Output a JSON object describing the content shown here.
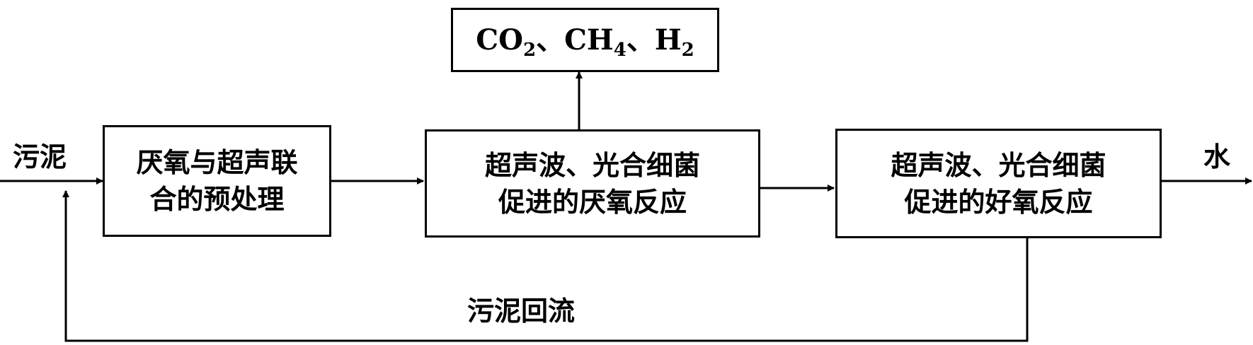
{
  "inputs": {
    "sludge_label": "污泥"
  },
  "outputs": {
    "water_label": "水"
  },
  "boxes": {
    "pretreatment": {
      "line1": "厌氧与超声联",
      "line2": "合的预处理"
    },
    "anaerobic": {
      "line1": "超声波、光合细菌",
      "line2": "促进的厌氧反应"
    },
    "aerobic": {
      "line1": "超声波、光合细菌",
      "line2": "促进的好氧反应"
    }
  },
  "gases": {
    "co2": {
      "base": "CO",
      "sub": "2"
    },
    "sep1": "、",
    "ch4": {
      "base": "CH",
      "sub": "4"
    },
    "sep2": "、",
    "h2": {
      "base": "H",
      "sub": "2"
    }
  },
  "recycle": {
    "label": "污泥回流"
  }
}
